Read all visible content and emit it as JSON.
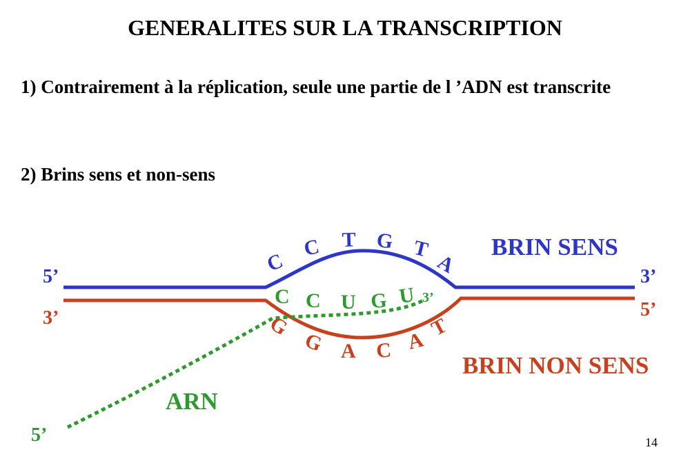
{
  "title": "GENERALITES SUR LA TRANSCRIPTION",
  "points": [
    "1) Contrairement à la réplication, seule une partie de l ’ADN est transcrite",
    "2) Brins sens et non-sens"
  ],
  "diagram": {
    "sense_strand": {
      "label": "BRIN SENS",
      "end_left": "5’",
      "end_right": "3’",
      "bases": [
        "C",
        "C",
        "T",
        "G",
        "T",
        "A"
      ],
      "color": "#2e36c8"
    },
    "antisense_strand": {
      "label": "BRIN NON SENS",
      "end_left": "3’",
      "end_right": "5’",
      "bases": [
        "G",
        "G",
        "A",
        "C",
        "A",
        "T"
      ],
      "color": "#c8401e"
    },
    "rna": {
      "label": "ARN",
      "end_start": "5’",
      "end_tip": "3’",
      "bases": [
        "C",
        "C",
        "U",
        "G",
        "U"
      ],
      "color": "#2e9a2e"
    }
  },
  "page_number": "14"
}
